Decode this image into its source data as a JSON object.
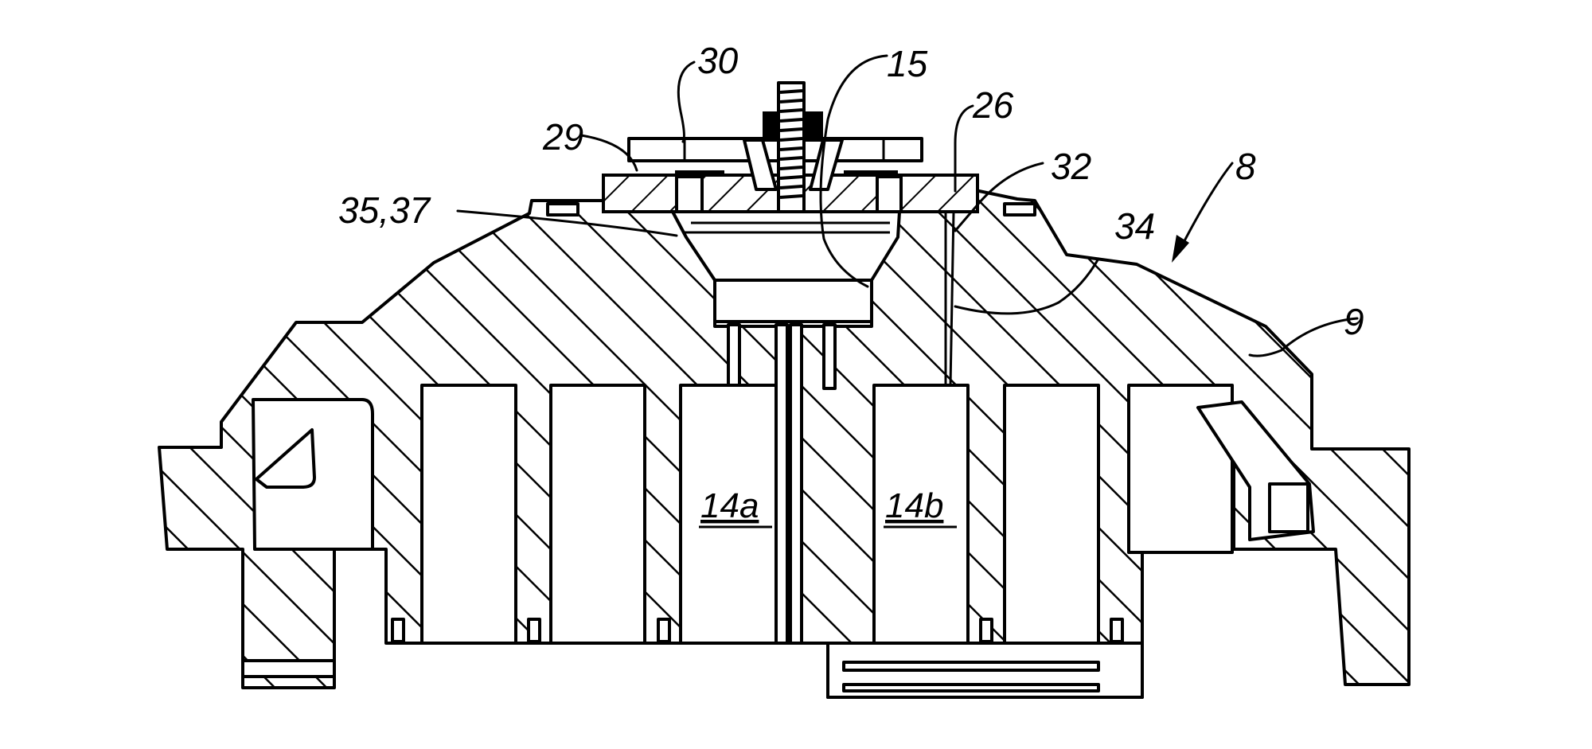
{
  "figure": {
    "type": "cross-section patent drawing",
    "reference_numerals": {
      "n30": "30",
      "n15": "15",
      "n26": "26",
      "n29": "29",
      "n32": "32",
      "n8": "8",
      "n35_37": "35,37",
      "n34": "34",
      "n9": "9",
      "n14a": "14a",
      "n14b": "14b"
    },
    "colors": {
      "line": "#000000",
      "background": "#ffffff"
    }
  }
}
